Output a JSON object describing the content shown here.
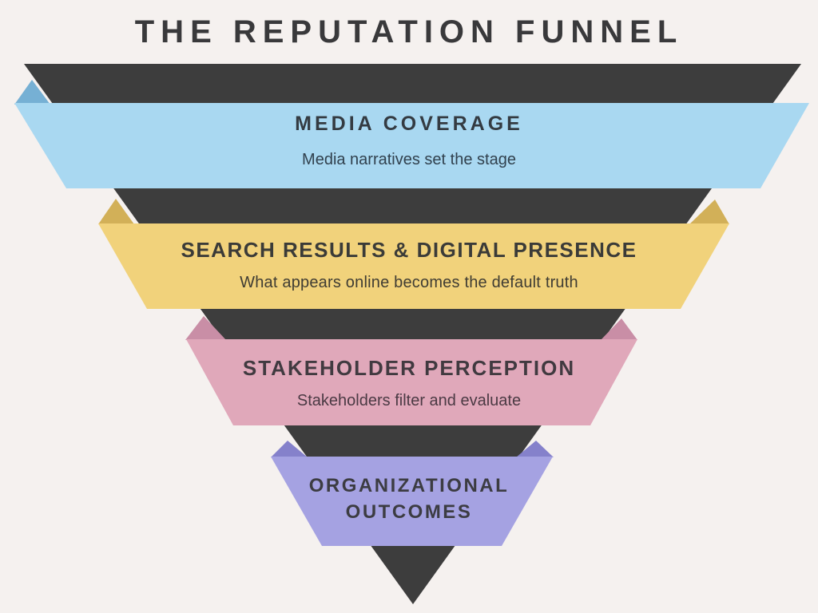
{
  "title": "THE REPUTATION FUNNEL",
  "colors": {
    "background": "#f5f1ef",
    "funnel": "#3d3d3d",
    "title_text": "#39393b"
  },
  "stages": [
    {
      "id": "media-coverage",
      "heading": "MEDIA COVERAGE",
      "subheading": "Media narratives set the stage",
      "fill": "#a9d8f1",
      "fold": "#76b0d4",
      "heading_color": "#343b42",
      "subheading_color": "#31414e"
    },
    {
      "id": "search-results-digital-presence",
      "heading": "SEARCH RESULTS & DIGITAL PRESENCE",
      "subheading": "What appears online becomes the default truth",
      "fill": "#f1d27b",
      "fold": "#d2b058",
      "heading_color": "#3b3b38",
      "subheading_color": "#3f3c33"
    },
    {
      "id": "stakeholder-perception",
      "heading": "STAKEHOLDER PERCEPTION",
      "subheading": "Stakeholders filter and evaluate",
      "fill": "#e0a8ba",
      "fold": "#c98ea6",
      "heading_color": "#413a40",
      "subheading_color": "#4b3a44"
    },
    {
      "id": "organizational-outcomes",
      "heading_lines": [
        "ORGANIZATIONAL",
        "OUTCOMES"
      ],
      "subheading": "",
      "fill": "#a5a2e2",
      "fold": "#8581cb",
      "heading_color": "#3c3c42"
    }
  ]
}
